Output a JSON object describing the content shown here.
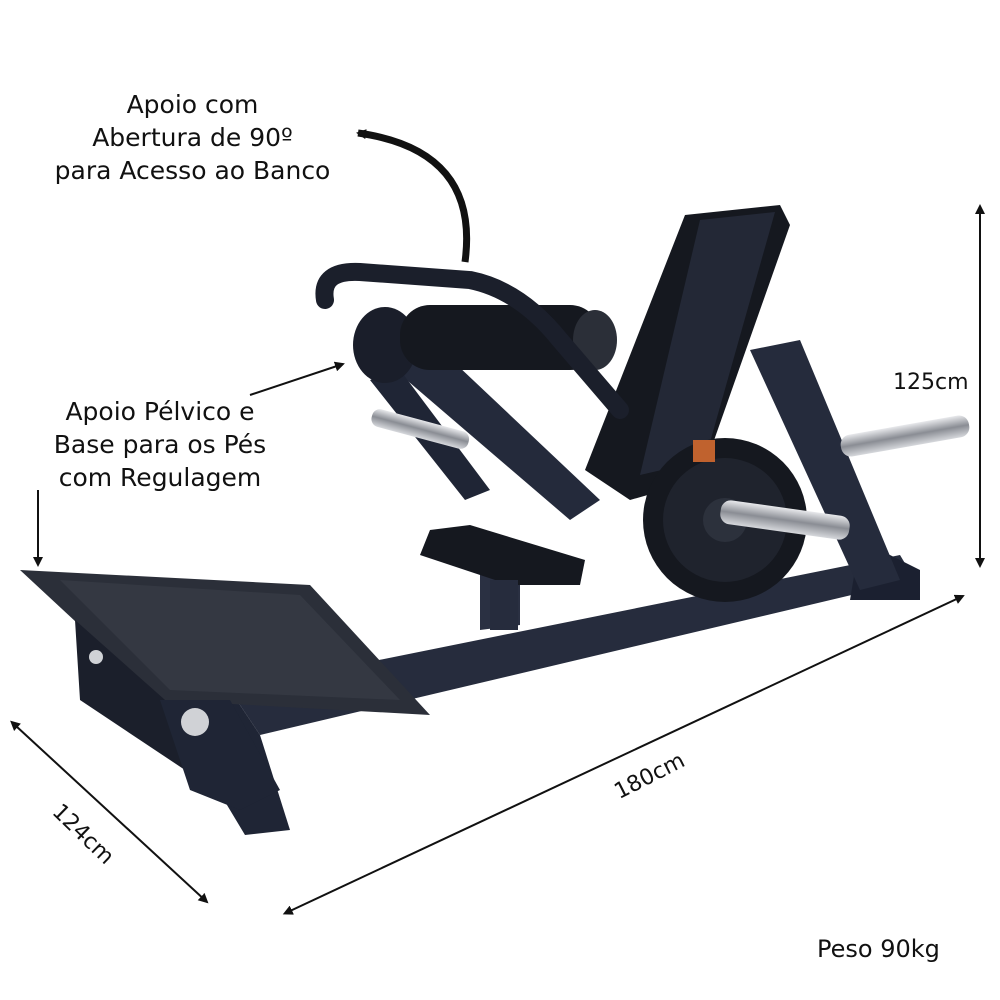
{
  "annotations": {
    "backrest_note": [
      "Apoio com",
      "Abertura de 90º",
      "para Acesso ao Banco"
    ],
    "pelvic_note": [
      "Apoio Pélvico e",
      "Base para os Pés",
      "com Regulagem"
    ]
  },
  "dimensions": {
    "height": "125cm",
    "length": "180cm",
    "width": "124cm"
  },
  "weight": "Peso 90kg",
  "colors": {
    "frame": "#1f2535",
    "pad": "#14171f",
    "chrome": "#b9bcc2",
    "text": "#111111"
  }
}
